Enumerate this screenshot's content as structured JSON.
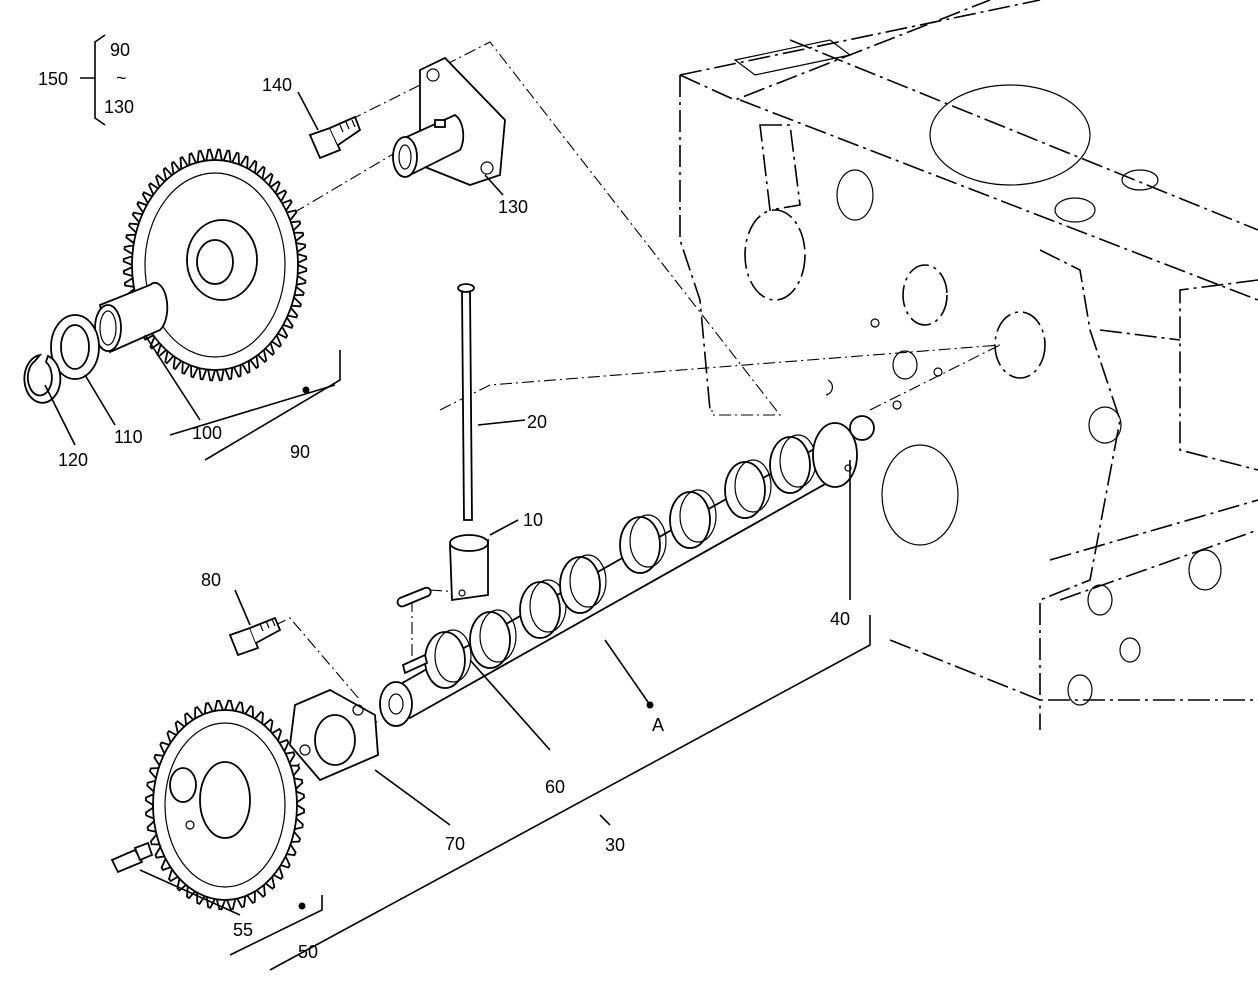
{
  "labels": {
    "group_150": "150",
    "group_150_from": "90",
    "group_150_tilde": "~",
    "group_150_to": "130",
    "p140": "140",
    "p130": "130",
    "p120": "120",
    "p110": "110",
    "p100": "100",
    "p90": "90",
    "p20": "20",
    "p10": "10",
    "p80": "80",
    "p40": "40",
    "pA": "A",
    "p60": "60",
    "p70": "70",
    "p30": "30",
    "p55": "55",
    "p50": "50"
  }
}
